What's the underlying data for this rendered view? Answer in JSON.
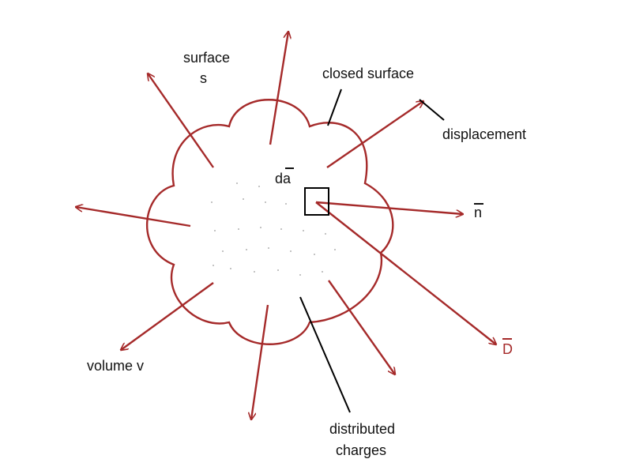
{
  "labels": {
    "surface_line1": "surface",
    "surface_line2": "s",
    "closed_surface": "closed surface",
    "displacement": "displacement",
    "da": "da",
    "n": "n",
    "D": "D",
    "volume": "volume v",
    "distributed_line1": "distributed",
    "distributed_line2": "charges"
  },
  "colors": {
    "surface_curve": "#a52a2a",
    "arrow": "#a52a2a",
    "leader_line": "#000000",
    "text": "#111111",
    "d_vector_label": "#a52a2a",
    "charge_dots": "#9a9a9a"
  }
}
